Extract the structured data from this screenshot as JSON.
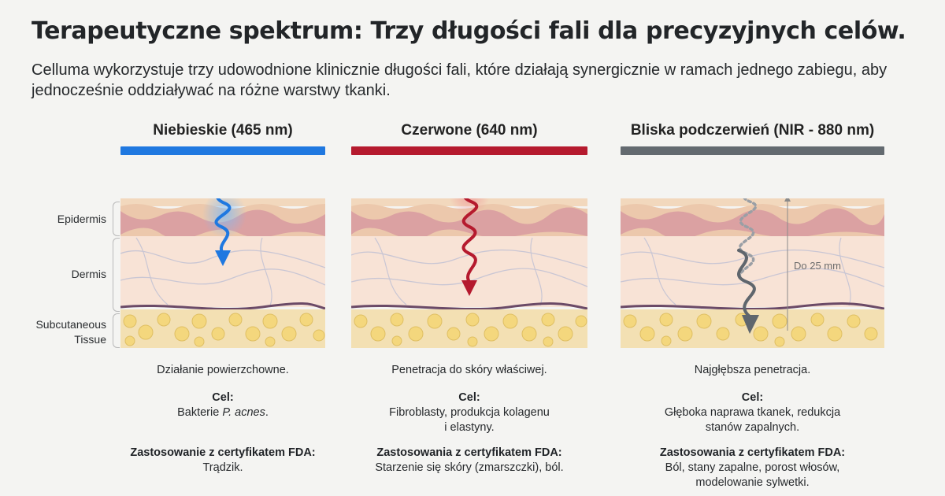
{
  "title": "Terapeutyczne spektrum: Trzy długości fali dla precyzyjnych celów.",
  "subtitle": "Celluma wykorzystuje trzy udowodnione klinicznie długości fali, które działają synergicznie w ramach jednego zabiegu, aby jednocześnie oddziaływać na różne warstwy tkanki.",
  "layers": {
    "epidermis": "Epidermis",
    "dermis": "Dermis",
    "subcutaneous_1": "Subcutaneous",
    "subcutaneous_2": "Tissue"
  },
  "columns": [
    {
      "title": "Niebieskie (465 nm)",
      "color": "#1f78e0",
      "effect": "Działanie powierzchowne.",
      "target_heading": "Cel:",
      "target_prefix": "Bakterie ",
      "target_italic": "P. acnes",
      "target_suffix": ".",
      "fda_heading": "Zastosowanie z certyfikatem FDA:",
      "fda_text": "Trądzik."
    },
    {
      "title": "Czerwone (640 nm)",
      "color": "#b51a2e",
      "effect": "Penetracja do skóry właściwej.",
      "target_heading": "Cel:",
      "target_line1": "Fibroblasty, produkcja kolagenu",
      "target_line2": "i elastyny.",
      "fda_heading": "Zastosowania z certyfikatem FDA:",
      "fda_text": "Starzenie się skóry (zmarszczki), ból."
    },
    {
      "title": "Bliska podczerwień (NIR - 880 nm)",
      "color": "#636a70",
      "effect": "Najgłębsza penetracja.",
      "target_heading": "Cel:",
      "target_line1": "Głęboka naprawa tkanek, redukcja",
      "target_line2": "stanów zapalnych.",
      "fda_heading": "Zastosowania z certyfikatem FDA:",
      "fda_line1": "Ból, stany zapalne, porost włosów,",
      "fda_line2": "modelowanie sylwetki.",
      "depth_label": "Do 25 mm"
    }
  ]
}
